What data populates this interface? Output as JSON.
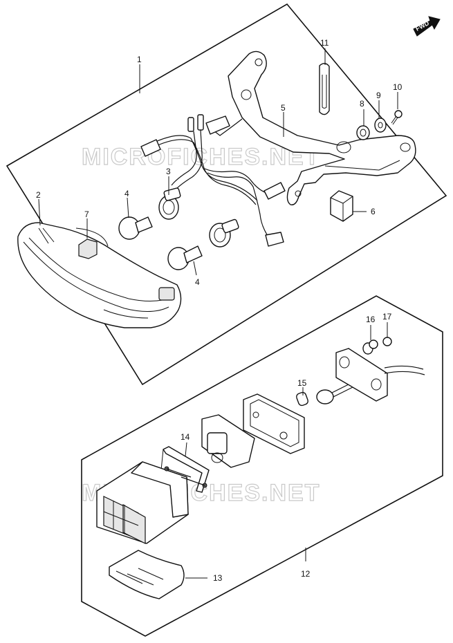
{
  "watermark": "MICROFICHES.NET",
  "direction_label": "FWD",
  "callouts": {
    "c1": "1",
    "c2": "2",
    "c3": "3",
    "c4a": "4",
    "c4b": "4",
    "c5": "5",
    "c6": "6",
    "c7": "7",
    "c8": "8",
    "c9": "9",
    "c10": "10",
    "c11": "11",
    "c12": "12",
    "c13": "13",
    "c14": "14",
    "c15": "15",
    "c16": "16",
    "c17": "17"
  }
}
